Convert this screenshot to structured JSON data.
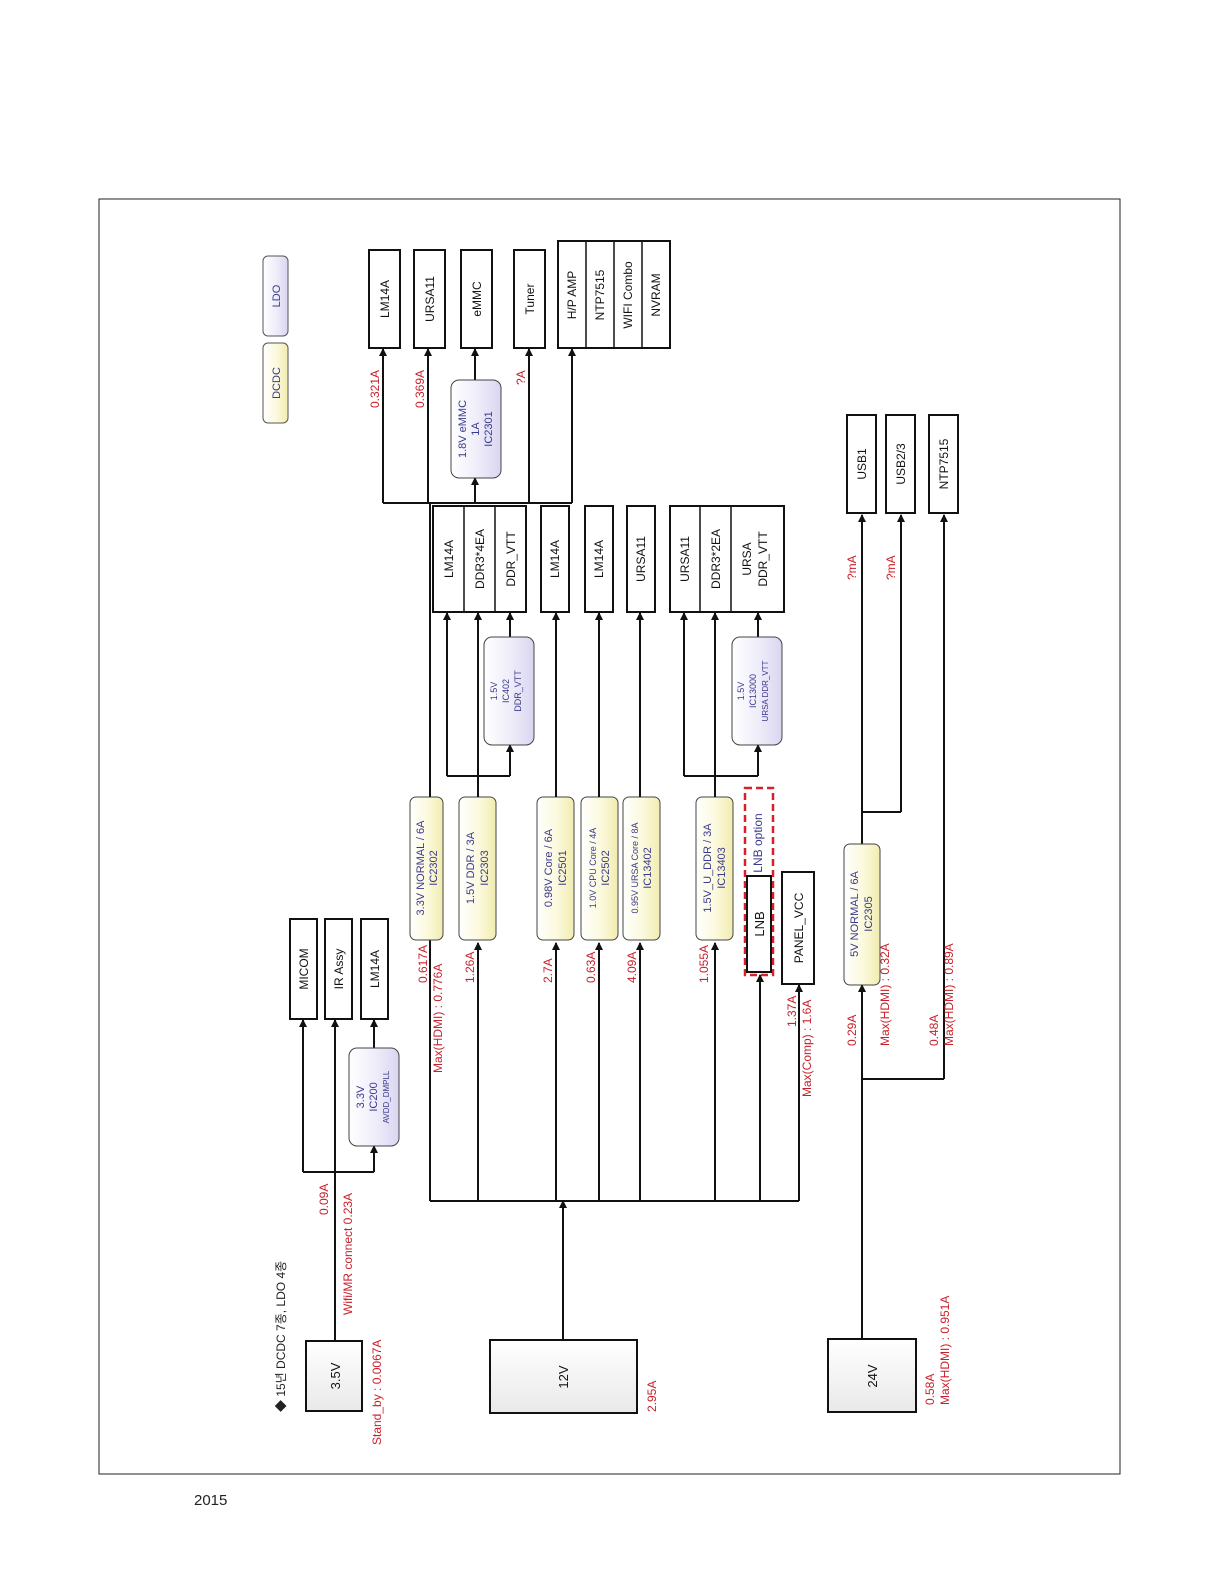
{
  "footer": {
    "year": "2015"
  },
  "colors": {
    "line": "#111111",
    "current_text": "#c8202b",
    "regulator_text": "#3a3a8c",
    "dcdc_fill": "#fbf8d4",
    "ldo_fill": "#ebe8f8",
    "lnb_option_border": "#d8202b"
  },
  "legend": {
    "title": "◆ 15년 DCDC 7종, LDO 4종",
    "dcdc_label": "DCDC",
    "ldo_label": "LDO"
  },
  "sources": {
    "v35": {
      "label": "3.5V",
      "standby": "Stand_by : 0.0067A",
      "wifi": "Wifi/MR connect 0.23A"
    },
    "v12": {
      "label": "12V",
      "current": "2.95A"
    },
    "v24": {
      "label": "24V",
      "current": "0.58A",
      "max": "Max(HDMI) : 0.951A"
    }
  },
  "regulators": {
    "ic200": {
      "line1": "3.3V",
      "line2": "IC200",
      "line3": "AVDD_DMPLL"
    },
    "ic2301": {
      "line1": "1.8V eMMC",
      "line2": "1A",
      "line3": "IC2301"
    },
    "ic2302": {
      "line1": "3.3V NORMAL / 6A",
      "line2": "IC2302"
    },
    "ic2303": {
      "line1": "1.5V DDR / 3A",
      "line2": "IC2303"
    },
    "ic402": {
      "line1": "1.5V",
      "line2": "IC402",
      "line3": "DDR_VTT"
    },
    "ic2501": {
      "line1": "0.98V Core / 6A",
      "line2": "IC2501"
    },
    "ic2502": {
      "line1": "1.0V CPU Core / 4A",
      "line2": "IC2502"
    },
    "ic13402": {
      "line1": "0.95V URSA Core / 8A",
      "line2": "IC13402"
    },
    "ic13403": {
      "line1": "1.5V_U_DDR / 3A",
      "line2": "IC13403"
    },
    "ic13000": {
      "line1": "1.5V",
      "line2": "IC13000",
      "line3": "URSA DDR_VTT"
    },
    "ic2305": {
      "line1": "5V NORMAL / 6A",
      "line2": "IC2305"
    }
  },
  "lnb": {
    "label": "LNB",
    "option": "LNB option"
  },
  "panel": {
    "label": "PANEL_VCC"
  },
  "loads": {
    "micom": "MICOM",
    "ir_assy": "IR Assy",
    "lm14a_standby": "LM14A",
    "lm14a_top": "LM14A",
    "ursa11_top": "URSA11",
    "emmc": "eMMC",
    "tuner": "Tuner",
    "hp_amp": "H/P AMP",
    "ntp7515_top": "NTP7515",
    "wifi_combo": "WIFI Combo",
    "nvram": "NVRAM",
    "lm14a_ddr": "LM14A",
    "ddr3_4ea": "DDR3*4EA",
    "ddr_vtt": "DDR_VTT",
    "lm14a_core": "LM14A",
    "lm14a_cpu": "LM14A",
    "ursa11_core": "URSA11",
    "ursa11_ddr": "URSA11",
    "ddr3_2ea": "DDR3*2EA",
    "ursa_vtt_1": "URSA",
    "ursa_vtt_2": "DDR_VTT",
    "usb1": "USB1",
    "usb23": "USB2/3",
    "ntp7515_bottom": "NTP7515"
  },
  "currents": {
    "micom": "0.09A",
    "normal33": "0.617A",
    "normal33_max": "Max(HDMI) : 0.776A",
    "ddr15": "1.26A",
    "core098": "2.7A",
    "cpu10": "0.63A",
    "ursa095": "4.09A",
    "uddr15": "1.055A",
    "panel": "1.37A",
    "panel_max": "Max(Comp) : 1.6A",
    "lm14a_top": "0.321A",
    "ursa11_top": "0.369A",
    "tuner": "?A",
    "normal5v": "0.29A",
    "normal5v_max": "Max(HDMI) : 0.32A",
    "ntp7515": "0.48A",
    "ntp7515_max": "Max(HDMI) : 0.89A",
    "usb1": "?mA",
    "usb23": "?mA"
  }
}
